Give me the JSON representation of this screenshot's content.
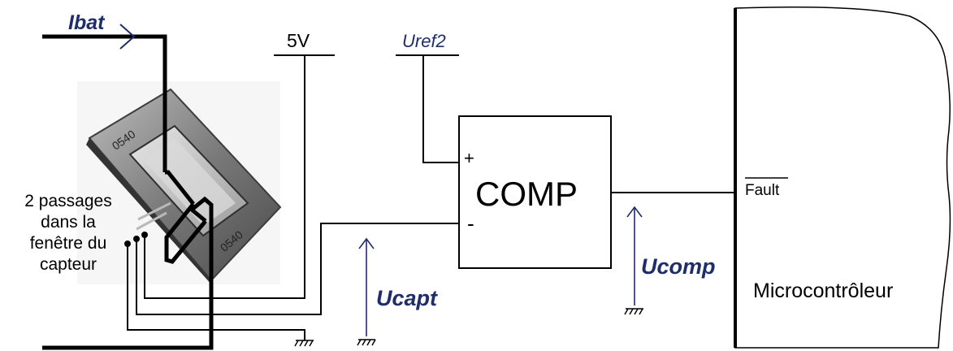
{
  "labels": {
    "ibat": "Ibat",
    "five_v": "5V",
    "uref2": "Uref2",
    "plus": "+",
    "comp": "COMP",
    "minus": "-",
    "ucapt": "Ucapt",
    "ucomp": "Ucomp",
    "fault": "Fault",
    "micro": "Microcontrôleur",
    "sensor_mark_a": "0540",
    "sensor_mark_b": "0540"
  },
  "note_lines": [
    "2 passages",
    "dans la",
    "fenêtre du",
    "capteur"
  ],
  "colors": {
    "wire": "#000000",
    "label_blue": "#1f2d6b",
    "sensor_body": "#6a6a6a",
    "sensor_dark": "#3c3c3c"
  }
}
